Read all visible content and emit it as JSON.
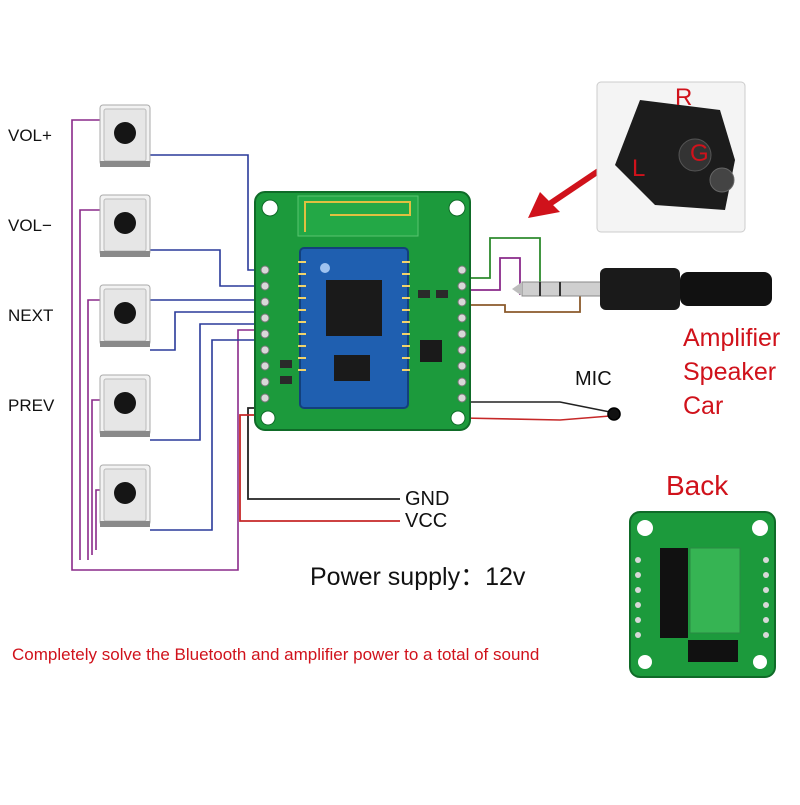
{
  "buttons": [
    {
      "label": "VOL+"
    },
    {
      "label": "VOL−"
    },
    {
      "label": "NEXT"
    },
    {
      "label": "PREV"
    },
    {
      "label": ""
    }
  ],
  "jack_labels": {
    "r": "R",
    "g": "G",
    "l": "L"
  },
  "output_label": [
    "Amplifier",
    "Speaker",
    "Car"
  ],
  "mic_label": "MIC",
  "power": {
    "gnd": "GND",
    "vcc": "VCC",
    "supply": "Power supply：12v"
  },
  "back_label": "Back",
  "footer": "Completely solve the Bluetooth and amplifier power to a total of sound",
  "colors": {
    "pcb_green": "#1c9a3c",
    "pcb_light": "#36b453",
    "module_blue": "#1f5fb0",
    "wire_blue": "#2a3a9a",
    "wire_purple": "#8a2a8a",
    "wire_red": "#c62828",
    "wire_black": "#222222",
    "wire_green": "#2e8b2e",
    "wire_brown": "#8b5a2b",
    "accent_red": "#d0121b"
  }
}
